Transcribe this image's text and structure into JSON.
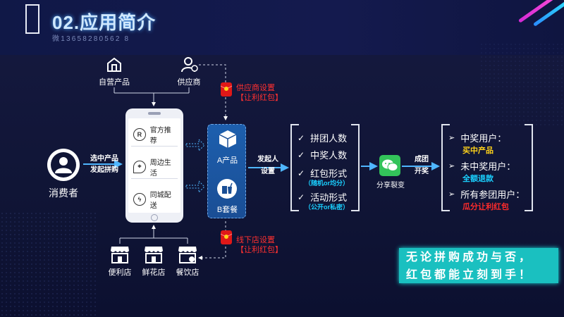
{
  "header": {
    "title": "02.应用简介",
    "subtitle": "微13658280562 8"
  },
  "top": {
    "self_product": "自营产品",
    "supplier": "供应商",
    "supplier_setting_line1": "供应商设置",
    "supplier_setting_line2": "【让利红包】"
  },
  "consumer": {
    "label": "消费者",
    "action_line1": "选中产品",
    "action_line2": "发起拼购"
  },
  "phone_menu": [
    {
      "icon": "R",
      "label": "官方推荐"
    },
    {
      "icon": "⌖",
      "label": "周边生活"
    },
    {
      "icon": "ϟ",
      "label": "同城配送"
    }
  ],
  "products": {
    "a_label": "A产品",
    "b_label": "B套餐"
  },
  "initiator": {
    "line1": "发起人",
    "line2": "设置"
  },
  "settings_list": [
    {
      "label": "拼团人数",
      "note": ""
    },
    {
      "label": "中奖人数",
      "note": ""
    },
    {
      "label": "红包形式",
      "note": "（随机or均分）"
    },
    {
      "label": "活动形式",
      "note": "（公开or私密）"
    }
  ],
  "share": {
    "label": "分享裂变",
    "success_line1": "成团",
    "success_line2": "开奖"
  },
  "results": [
    {
      "label": "中奖用户：",
      "detail": "买中产品",
      "detail_color": "#ffd21a"
    },
    {
      "label": "未中奖用户：",
      "detail": "全额退款",
      "detail_color": "#1ad0ff"
    },
    {
      "label": "所有参团用户：",
      "detail": "瓜分让利红包",
      "detail_color": "#ff2b2b"
    }
  ],
  "bottom": {
    "offline_setting_line1": "线下店设置",
    "offline_setting_line2": "【让利红包】",
    "stores": [
      "便利店",
      "鲜花店",
      "餐饮店"
    ]
  },
  "banner": {
    "line1": "无论拼购成功与否，",
    "line2": "红包都能立刻到手！"
  }
}
